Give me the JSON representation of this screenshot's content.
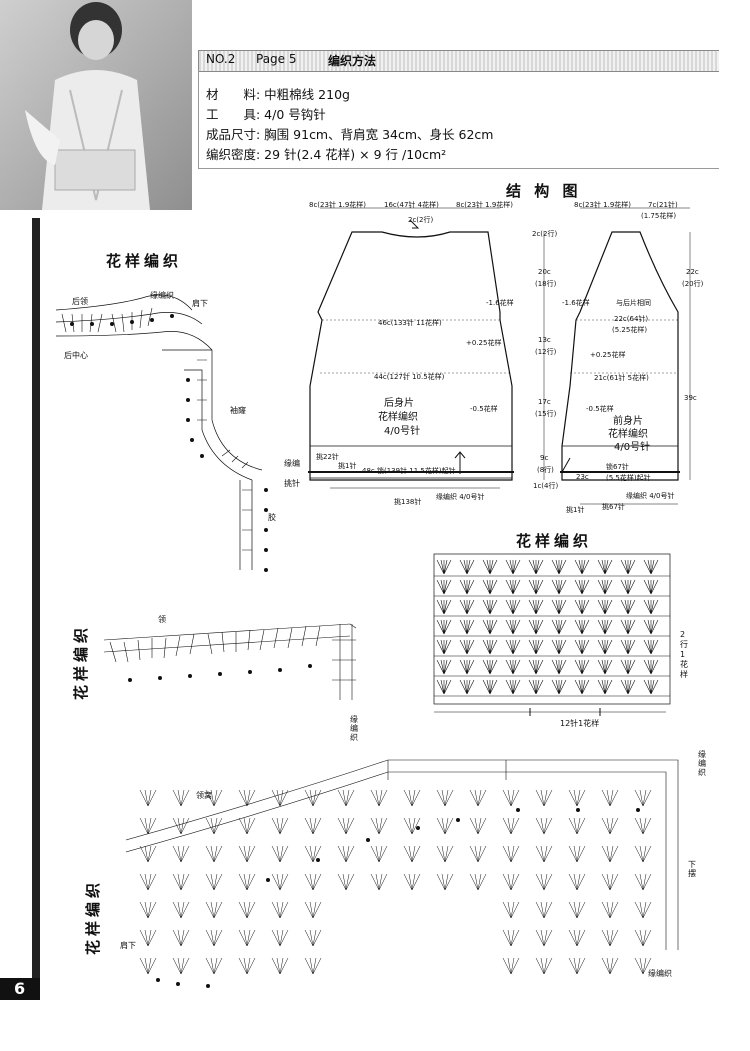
{
  "header": {
    "no": "NO.2",
    "page": "Page 5",
    "title": "编织方法"
  },
  "info": [
    "材　　料: 中粗棉线 210g",
    "工　　具: 4/0 号钩针",
    "成品尺寸: 胸围 91cm、背肩宽 34cm、身长 62cm",
    "编织密度: 29 针(2.4 花样) × 9 行 /10cm²"
  ],
  "titles": {
    "structure": "结 构 图",
    "pattern_top": "花样编织",
    "pattern_right": "花样编织",
    "pattern_mid_vertical": "花样编织",
    "pattern_bottom_vertical": "花样编织"
  },
  "structure": {
    "back_top_left": "8c(23针 1.9花样)",
    "back_top_mid": "16c(47针 4花样)",
    "back_top_right": "8c(23针 1.9花样)",
    "front_top_left": "8c(23针 1.9花样)",
    "front_top_right": "7c(21针)",
    "front_top_right2": "(1.75花样)",
    "back_neck": "2c(2行)",
    "shoulder_dec": "-1.6花样",
    "back_w1": "46c(133针 11花样)",
    "inc1": "+0.25花样",
    "back_w2": "44c(127针 10.5花样)",
    "dec1": "-0.5花样",
    "back_name": "后身片",
    "back_pattern": "花样编织",
    "back_hook": "4/0号针",
    "back_pick22": "挑22针",
    "back_pick1": "挑1针",
    "back_w3": "48c 锁(139针 11.5花样)起针",
    "back_edge": "缘编织 4/0号针",
    "back_pick138": "挑138针",
    "dim_2c": "2c(2行)",
    "dim_20c": "20c",
    "dim_18r": "(18行)",
    "dim_13c": "13c",
    "dim_12r": "(12行)",
    "dim_17c": "17c",
    "dim_15r": "(15行)",
    "dim_9c": "9c",
    "dim_8r": "(8行)",
    "dim_1c": "1c(4行)",
    "front_dec": "-1.6花样",
    "front_same": "与后片相同",
    "front_w1": "22c(64针)",
    "front_w1b": "(5.25花样)",
    "front_inc": "+0.25花样",
    "front_w2": "21c(61针 5花样)",
    "front_dec2": "-0.5花样",
    "front_name": "前身片",
    "front_pattern": "花样编织",
    "front_hook": "4/0号针",
    "front_chain": "锁67针",
    "front_chain2": "(5.5花样)起针",
    "front_23c": "23c",
    "front_edge": "缘编织 4/0号针",
    "front_pick1": "挑1针",
    "front_pick67": "挑67针",
    "right_22c": "22c",
    "right_20r": "(20行)",
    "right_39c": "39c"
  },
  "collar": {
    "back_neck": "后领",
    "edge": "缘编织",
    "shoulder": "肩下",
    "back_center": "后中心",
    "armhole": "袖窿",
    "pick": "挑针",
    "edge2": "缘编",
    "body": "胶"
  },
  "right_pattern": {
    "repeat_rows": "2行1花样",
    "repeat_stitches": "12针1花样"
  },
  "mid_pattern": {
    "collar": "领",
    "edge": "缘编织"
  },
  "bottom_pattern": {
    "neck": "领窝",
    "shoulder": "肩下",
    "edge": "缘编织",
    "hem": "下摆",
    "edge2": "缘编织"
  },
  "page_number": "6"
}
